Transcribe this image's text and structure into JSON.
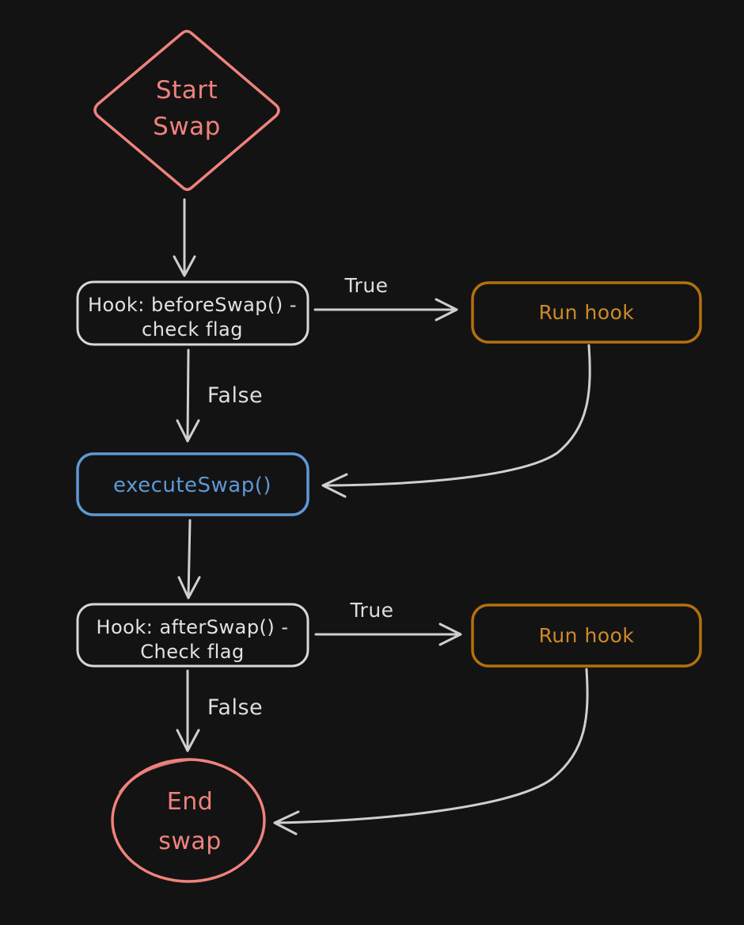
{
  "diagram": {
    "type": "flowchart",
    "nodes": [
      {
        "id": "start-swap",
        "shape": "diamond",
        "lines": [
          "Start",
          "Swap"
        ],
        "color": "#ef827c"
      },
      {
        "id": "before-swap-hook",
        "shape": "rounded-rect",
        "lines": [
          "Hook: beforeSwap() -",
          "check flag"
        ],
        "color": "#d8d8d8"
      },
      {
        "id": "run-hook-1",
        "shape": "rounded-rect",
        "lines": [
          "Run hook"
        ],
        "color": "#b4700f"
      },
      {
        "id": "execute-swap",
        "shape": "rounded-rect",
        "lines": [
          "executeSwap()"
        ],
        "color": "#5f98d5"
      },
      {
        "id": "after-swap-hook",
        "shape": "rounded-rect",
        "lines": [
          "Hook: afterSwap() -",
          "Check flag"
        ],
        "color": "#d8d8d8"
      },
      {
        "id": "run-hook-2",
        "shape": "rounded-rect",
        "lines": [
          "Run hook"
        ],
        "color": "#b4700f"
      },
      {
        "id": "end-swap",
        "shape": "ellipse",
        "lines": [
          "End",
          "swap"
        ],
        "color": "#ef827c"
      }
    ],
    "edges": [
      {
        "from": "start-swap",
        "to": "before-swap-hook",
        "label": ""
      },
      {
        "from": "before-swap-hook",
        "to": "run-hook-1",
        "label": "True"
      },
      {
        "from": "before-swap-hook",
        "to": "execute-swap",
        "label": "False"
      },
      {
        "from": "run-hook-1",
        "to": "execute-swap",
        "label": ""
      },
      {
        "from": "execute-swap",
        "to": "after-swap-hook",
        "label": ""
      },
      {
        "from": "after-swap-hook",
        "to": "run-hook-2",
        "label": "True"
      },
      {
        "from": "after-swap-hook",
        "to": "end-swap",
        "label": "False"
      },
      {
        "from": "run-hook-2",
        "to": "end-swap",
        "label": ""
      }
    ],
    "colors": {
      "background": "#131313",
      "box_stroke": "#d8d8d8",
      "box_text": "#e2e2e2",
      "red": "#ef827c",
      "orange_border": "#b4700f",
      "orange_text": "#ce8a28",
      "blue": "#5f98d5",
      "arrow": "#cfcfcf",
      "label_text": "#dedede"
    }
  }
}
